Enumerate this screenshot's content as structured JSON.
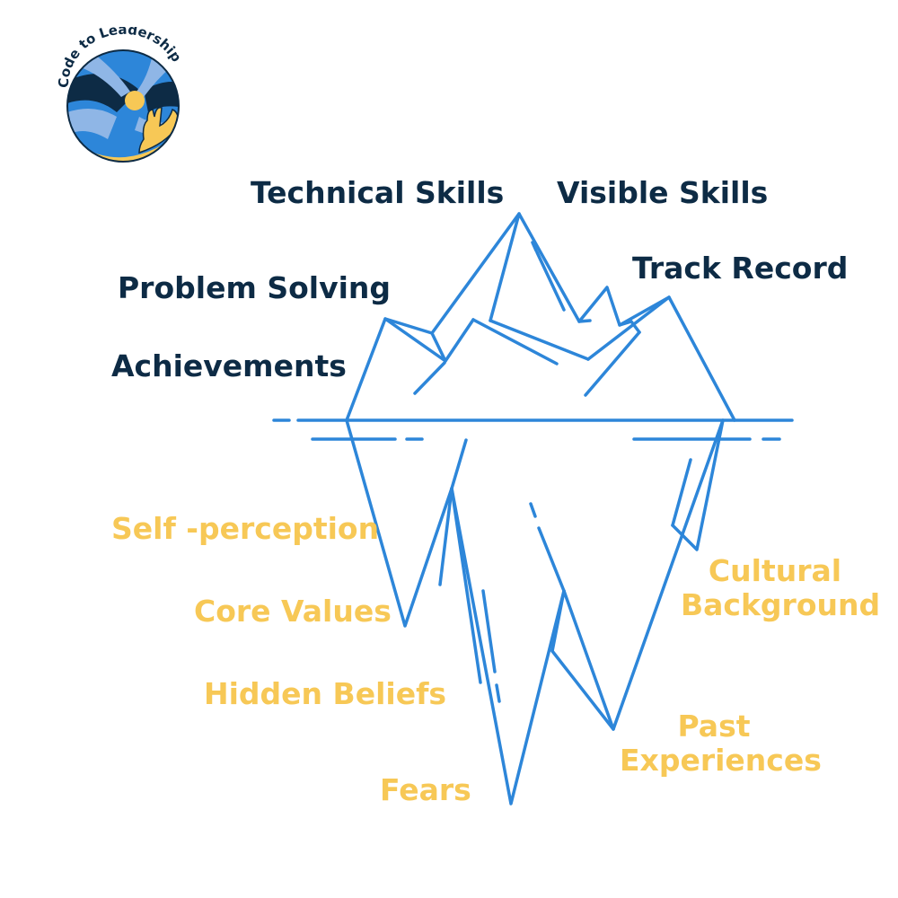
{
  "logo": {
    "text": "Code to Leadership"
  },
  "above_water": {
    "technical_skills": "Technical Skills",
    "visible_skills": "Visible Skills",
    "track_record": "Track Record",
    "problem_solving": "Problem Solving",
    "achievements": "Achievements"
  },
  "below_water": {
    "self_perception": "Self -perception",
    "core_values": "Core Values",
    "hidden_beliefs": "Hidden Beliefs",
    "fears": "Fears",
    "cultural_background_1": "Cultural",
    "cultural_background_2": "Background",
    "past_experiences_1": "Past",
    "past_experiences_2": "Experiences"
  },
  "colors": {
    "above_text": "#0d2b45",
    "below_text": "#f7c856",
    "iceberg_line": "#2d86d9",
    "logo_navy": "#0d2b45",
    "logo_blue": "#2d86d9",
    "logo_light": "#8fb6e6",
    "logo_yellow": "#f7c856"
  }
}
